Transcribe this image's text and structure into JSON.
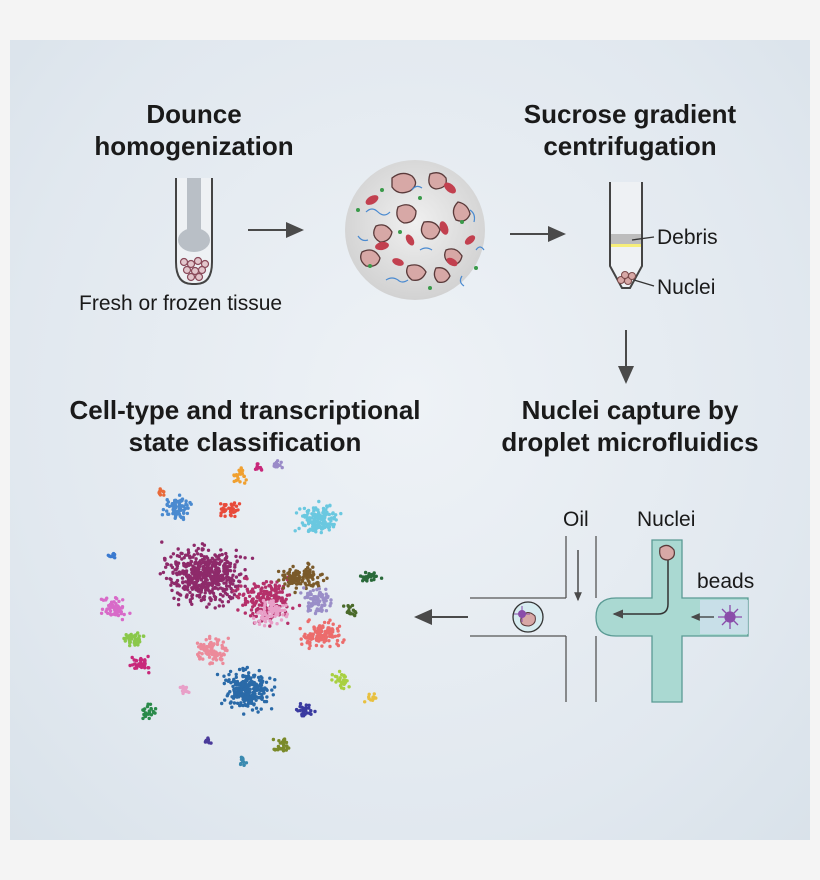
{
  "steps": {
    "dounce": {
      "line1": "Dounce",
      "line2": "homogenization"
    },
    "sucrose": {
      "line1": "Sucrose gradient",
      "line2": "centrifugation"
    },
    "capture": {
      "line1": "Nuclei capture by",
      "line2": "droplet microfluidics"
    },
    "classification": {
      "line1": "Cell-type and transcriptional",
      "line2": "state classification"
    }
  },
  "labels": {
    "tissue": "Fresh or frozen tissue",
    "debris": "Debris",
    "nuclei_tube": "Nuclei",
    "oil": "Oil",
    "nuclei_channel": "Nuclei",
    "beads": "beads"
  },
  "colors": {
    "background": "#e4eaf0",
    "arrow": "#4a4a4a",
    "channel": "#aad9d2",
    "nucleus": "#d9a8a8",
    "mitochondria": "#c2404f",
    "bead": "#8a4caa"
  }
}
